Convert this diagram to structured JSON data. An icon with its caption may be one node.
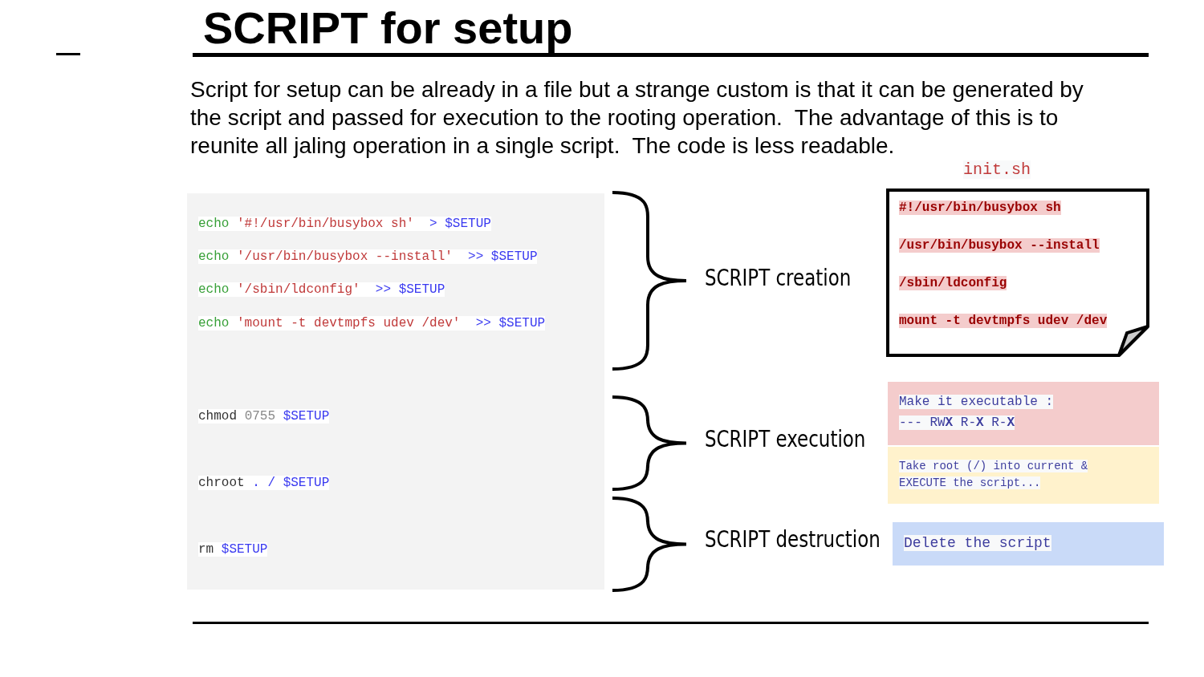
{
  "diagram": {
    "title": "SCRIPT for setup",
    "nodes": [
      {
        "text": [
          "echo '#!/usr/bin/busybox sh'  > $SETUP",
          "echo '/usr/bin/busybox --install'  >> $SETUP",
          "echo '/sbin/ldconfig'  >> $SETUP",
          "echo 'mount -t devtmpfs udev /dev'  >> $SETUP",
          "chmod 0755 $SETUP",
          "chroot . / $SETUP",
          "rm $SETUP"
        ]
      },
      {
        "text": [
          "SCRIPT creation"
        ]
      },
      {
        "text": [
          "SCRIPT execution"
        ]
      },
      {
        "text": [
          "SCRIPT destruction"
        ]
      },
      {
        "text": [
          "init.sh",
          "#!/usr/bin/busybox sh",
          "/usr/bin/busybox --install",
          "/sbin/ldconfig",
          "mount -t devtmpfs udev /dev"
        ]
      },
      {
        "text": [
          "Make it executable :",
          "--- RW**X** R-**X** R-**X**"
        ]
      },
      {
        "text": [
          "Take root (/) into current & EXECUTE the script..."
        ]
      },
      {
        "text": [
          "Delete the script"
        ]
      }
    ],
    "labels": [
      "Script for setup can be already in a file but a strange custom is that it can be generated by the script and passed for execution to the rooting operation.  The advantage of this is to reunite all jaling operation in a single script.  The code is less readable."
    ]
  }
}
